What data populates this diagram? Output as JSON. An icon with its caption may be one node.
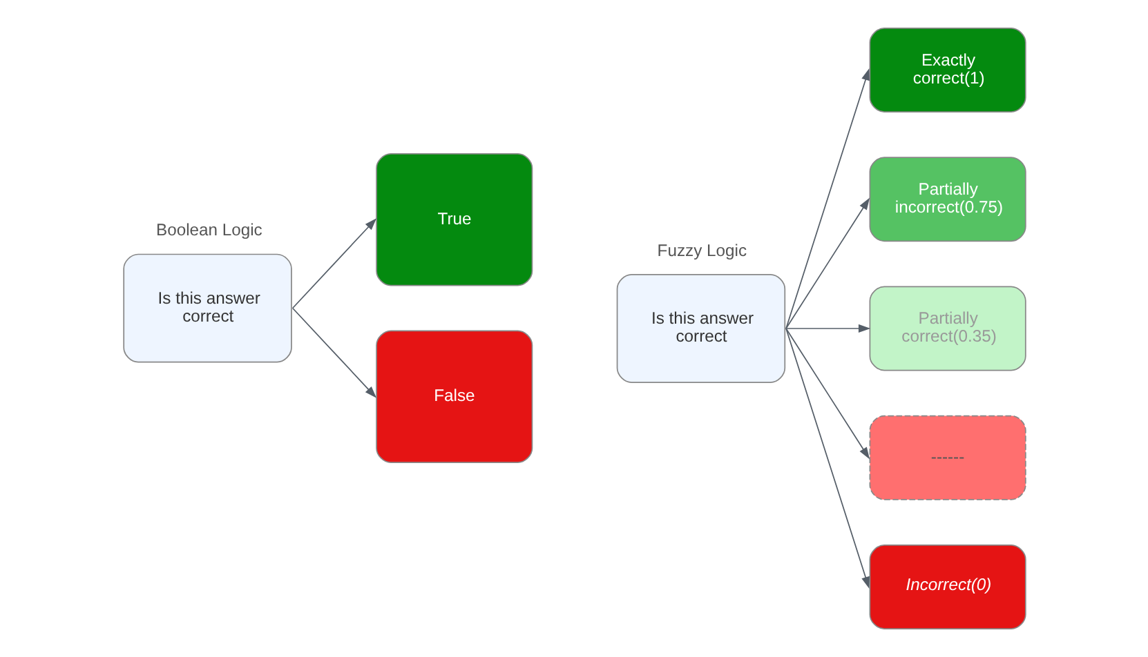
{
  "diagram": {
    "nodes": [
      {
        "text": [
          "Boolean Logic",
          "Is this answer correct"
        ]
      },
      {
        "text": [
          "True"
        ]
      },
      {
        "text": [
          "False"
        ]
      },
      {
        "text": [
          "Fuzzy Logic",
          "Is this answer correct"
        ]
      },
      {
        "text": [
          "Exactly correct(1)"
        ]
      },
      {
        "text": [
          "Partially incorrect(0.75)"
        ]
      },
      {
        "text": [
          "Partially correct(0.35)"
        ]
      },
      {
        "text": [
          "------"
        ]
      },
      {
        "text": [
          "Incorrect(0)"
        ]
      }
    ],
    "edges": [
      {
        "from": 0,
        "to": 1,
        "arrow": "to"
      },
      {
        "from": 0,
        "to": 2,
        "arrow": "to"
      },
      {
        "from": 3,
        "to": 4,
        "arrow": "to"
      },
      {
        "from": 3,
        "to": 5,
        "arrow": "to"
      },
      {
        "from": 3,
        "to": 6,
        "arrow": "to"
      },
      {
        "from": 3,
        "to": 7,
        "arrow": "to"
      },
      {
        "from": 3,
        "to": 8,
        "arrow": "to"
      }
    ]
  }
}
